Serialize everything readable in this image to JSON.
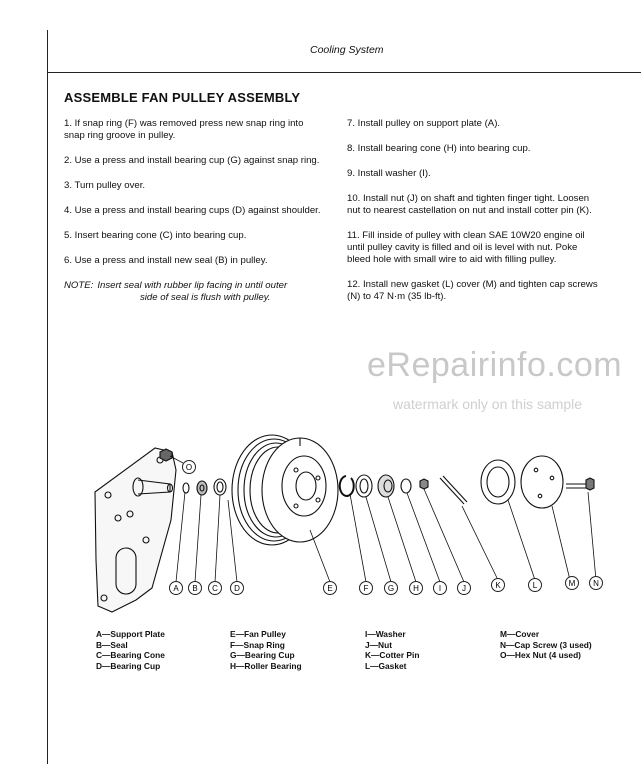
{
  "header": {
    "section_title": "Cooling System"
  },
  "title": "ASSEMBLE FAN PULLEY ASSEMBLY",
  "steps_left": [
    "1. If snap ring (F) was removed press new snap ring into snap ring groove in pulley.",
    "2. Use a press and install bearing cup (G) against snap ring.",
    "3. Turn pulley over.",
    "4. Use a press and install bearing cups (D) against shoulder.",
    "5. Insert bearing cone (C) into bearing cup.",
    "6. Use a press and install new seal (B) in pulley."
  ],
  "note": {
    "label": "NOTE:",
    "line1": "Insert seal with rubber lip facing in until outer",
    "line2": "side of seal is flush with pulley."
  },
  "steps_right": [
    "7. Install pulley on support plate (A).",
    "8. Install bearing cone (H) into bearing cup.",
    "9. Install washer (I).",
    "10. Install nut (J) on shaft and tighten finger tight. Loosen nut to nearest castellation on nut and install cotter pin (K).",
    "11. Fill inside of pulley with clean SAE 10W20 engine oil until pulley cavity is filled and oil is level with nut. Poke bleed hole with small wire to aid with filling pulley.",
    "12. Install new gasket (L) cover (M) and tighten cap screws (N) to 47 N·m (35 lb-ft)."
  ],
  "watermark": {
    "line1": "eRepairinfo.com",
    "line2": "watermark only on this sample"
  },
  "callouts": [
    "A",
    "B",
    "C",
    "D",
    "E",
    "F",
    "G",
    "H",
    "I",
    "J",
    "K",
    "L",
    "M",
    "N",
    "O"
  ],
  "legend": [
    [
      "A—Support Plate",
      "B—Seal",
      "C—Bearing Cone",
      "D—Bearing Cup"
    ],
    [
      "E—Fan Pulley",
      "F—Snap Ring",
      "G—Bearing Cup",
      "H—Roller Bearing"
    ],
    [
      "I—Washer",
      "J—Nut",
      "K—Cotter Pin",
      "L—Gasket"
    ],
    [
      "M—Cover",
      "N—Cap Screw (3 used)",
      "O—Hex Nut (4 used)"
    ]
  ]
}
